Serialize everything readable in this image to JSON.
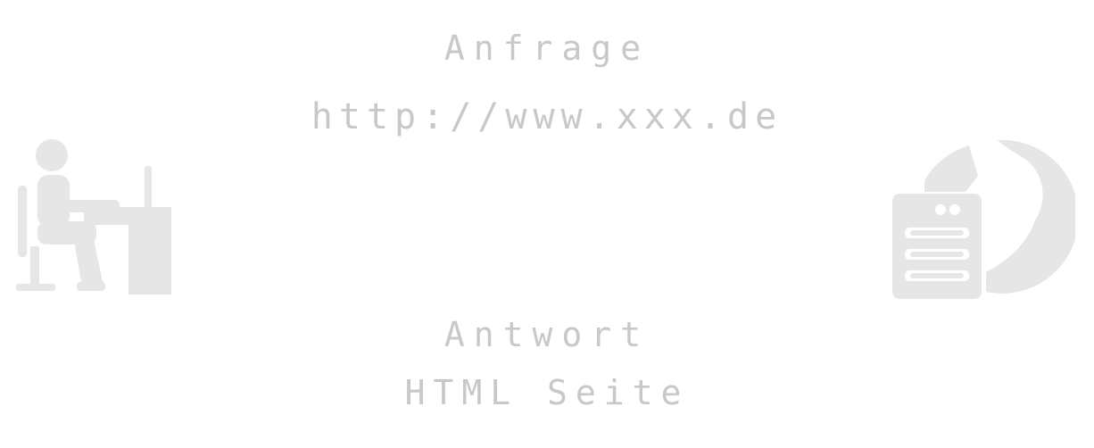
{
  "request": {
    "line1": "Anfrage",
    "line2": "http://www.xxx.de"
  },
  "response": {
    "line1": "Antwort",
    "line2": "HTML Seite"
  },
  "icons": {
    "client": "person-at-computer-icon",
    "server": "web-server-globe-icon"
  },
  "colors": {
    "icon": "#e6e6e6",
    "text": "#c8c8c8",
    "background": "#ffffff"
  }
}
